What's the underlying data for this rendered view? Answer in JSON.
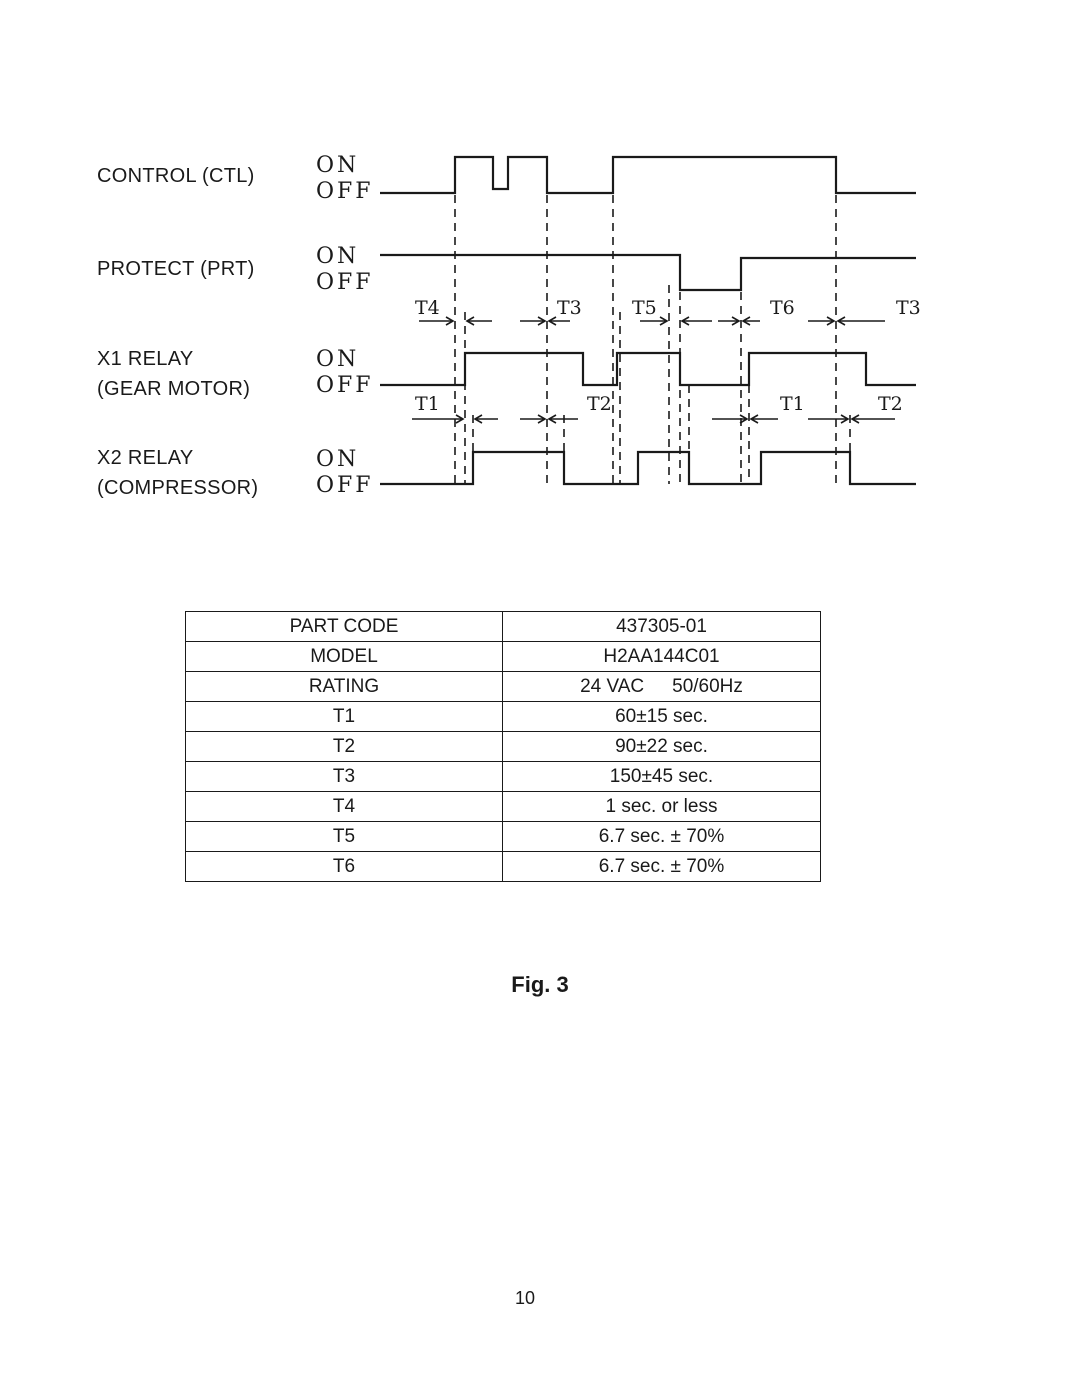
{
  "diagram": {
    "signals": [
      {
        "name": "control",
        "label_lines": [
          "CONTROL (CTL)"
        ],
        "on": "ON",
        "off": "OFF"
      },
      {
        "name": "protect",
        "label_lines": [
          "PROTECT (PRT)"
        ],
        "on": "ON",
        "off": "OFF"
      },
      {
        "name": "x1-relay",
        "label_lines": [
          "X1 RELAY",
          "(GEAR MOTOR)"
        ],
        "on": "ON",
        "off": "OFF"
      },
      {
        "name": "x2-relay",
        "label_lines": [
          "X2 RELAY",
          "(COMPRESSOR)"
        ],
        "on": "ON",
        "off": "OFF"
      }
    ],
    "upper_interval_markers": [
      "T4",
      "T3",
      "T5",
      "T6",
      "T3"
    ],
    "lower_interval_markers": [
      "T1",
      "T2",
      "T1",
      "T2"
    ]
  },
  "spec_table": {
    "rows": [
      {
        "key": "PART CODE",
        "value": "437305-01"
      },
      {
        "key": "MODEL",
        "value": "H2AA144C01"
      },
      {
        "key": "RATING",
        "value_parts": [
          "24 VAC",
          "50/60Hz"
        ]
      },
      {
        "key": "T1",
        "value": "60±15 sec."
      },
      {
        "key": "T2",
        "value": "90±22 sec."
      },
      {
        "key": "T3",
        "value": "150±45 sec."
      },
      {
        "key": "T4",
        "value": "1 sec. or less"
      },
      {
        "key": "T5",
        "value": "6.7 sec. ± 70%"
      },
      {
        "key": "T6",
        "value": "6.7 sec. ± 70%"
      }
    ]
  },
  "caption": "Fig. 3",
  "page_number": "10"
}
